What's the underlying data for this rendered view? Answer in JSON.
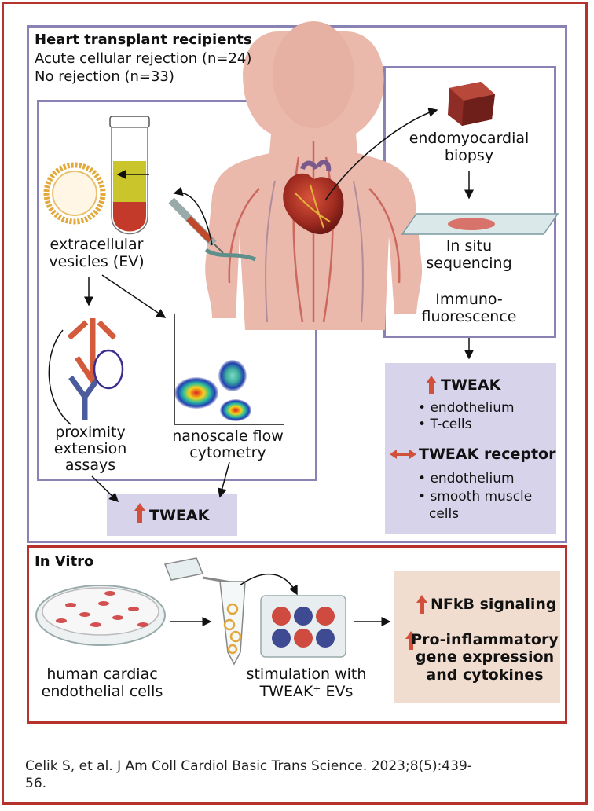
{
  "colors": {
    "frame_red": "#b5332c",
    "lavender_border": "#8a82b5",
    "lavender_fill": "#d7d3ea",
    "peach_fill": "#f1ddd0",
    "up_arrow": "#d0503c"
  },
  "cohort": {
    "title": "Heart transplant recipients",
    "line1": "Acute cellular rejection (n=24)",
    "line2": "No rejection (n=33)"
  },
  "left": {
    "ev_label_1": "extracellular",
    "ev_label_2": "vesicles (EV)",
    "pea_1": "proximity",
    "pea_2": "extension",
    "pea_3": "assays",
    "nfc_1": "nanoscale flow",
    "nfc_2": "cytometry",
    "result": "TWEAK"
  },
  "right": {
    "biopsy_1": "endomyocardial",
    "biopsy_2": "biopsy",
    "seq_1": "In situ",
    "seq_2": "sequencing",
    "if_1": "Immuno-",
    "if_2": "fluorescence",
    "tweak_title": "TWEAK",
    "tweak_items": [
      "endothelium",
      "T-cells"
    ],
    "receptor_title": "TWEAK receptor",
    "receptor_items": [
      "endothelium",
      "smooth muscle",
      "cells"
    ]
  },
  "vitro": {
    "title": "In Vitro",
    "cells_1": "human cardiac",
    "cells_2": "endothelial cells",
    "stim_1": "stimulation with",
    "stim_2": "TWEAK⁺ EVs",
    "out_1": "NFkB signaling",
    "out_2a": "Pro-inflammatory",
    "out_2b": "gene expression",
    "out_2c": "and cytokines"
  },
  "citation": {
    "line1": "Celik S, et al. J Am Coll Cardiol Basic Trans Science. 2023;8(5):439-",
    "line2": "56."
  }
}
